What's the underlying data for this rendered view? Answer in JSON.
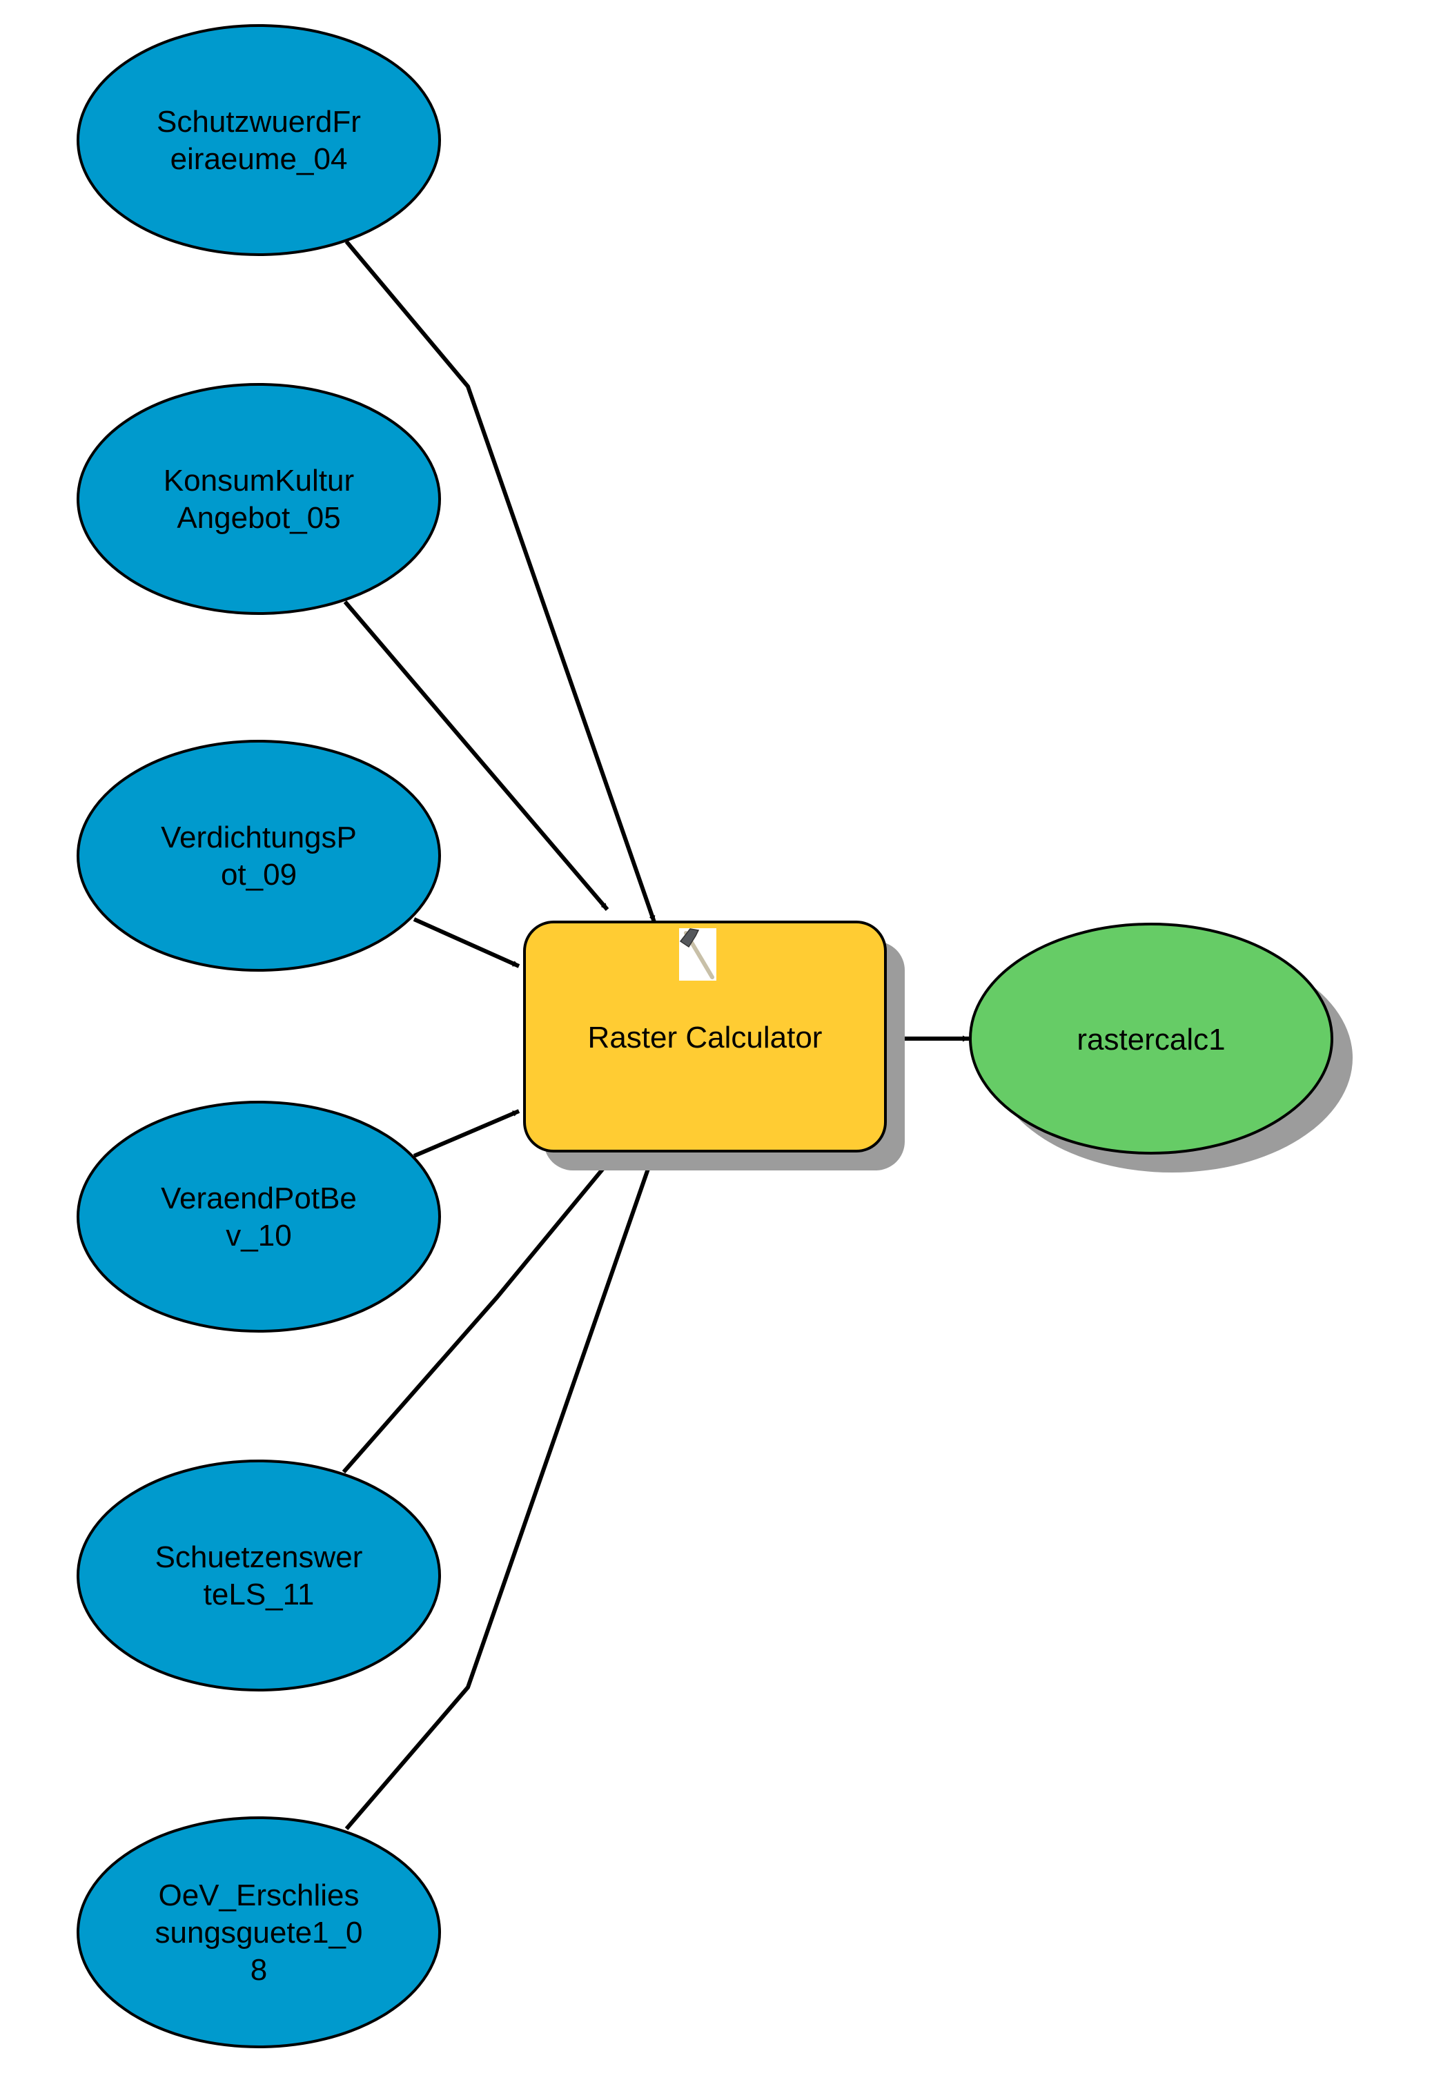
{
  "diagram": {
    "type": "model-builder",
    "colors": {
      "input_fill": "#009ACD",
      "tool_fill": "#FFCC33",
      "output_fill": "#66CC66",
      "shadow": "#9C9C9C",
      "stroke": "#000000"
    },
    "inputs": [
      {
        "id": "in1",
        "lines": [
          "SchutzwuerdFr",
          "eiraeume_04"
        ]
      },
      {
        "id": "in2",
        "lines": [
          "KonsumKultur",
          "Angebot_05"
        ]
      },
      {
        "id": "in3",
        "lines": [
          "VerdichtungsP",
          "ot_09"
        ]
      },
      {
        "id": "in4",
        "lines": [
          "VeraendPotBe",
          "v_10"
        ]
      },
      {
        "id": "in5",
        "lines": [
          "Schuetzenswer",
          "teLS_11"
        ]
      },
      {
        "id": "in6",
        "lines": [
          "OeV_Erschlies",
          "sungsguete1_0",
          "8"
        ]
      }
    ],
    "tool": {
      "id": "tool",
      "label": "Raster Calculator",
      "icon": "hammer-icon"
    },
    "output": {
      "id": "out",
      "label": "rastercalc1"
    },
    "edges": [
      {
        "from": "in1",
        "to": "tool"
      },
      {
        "from": "in2",
        "to": "tool"
      },
      {
        "from": "in3",
        "to": "tool"
      },
      {
        "from": "in4",
        "to": "tool"
      },
      {
        "from": "in5",
        "to": "tool"
      },
      {
        "from": "in6",
        "to": "tool"
      },
      {
        "from": "tool",
        "to": "out"
      }
    ]
  }
}
